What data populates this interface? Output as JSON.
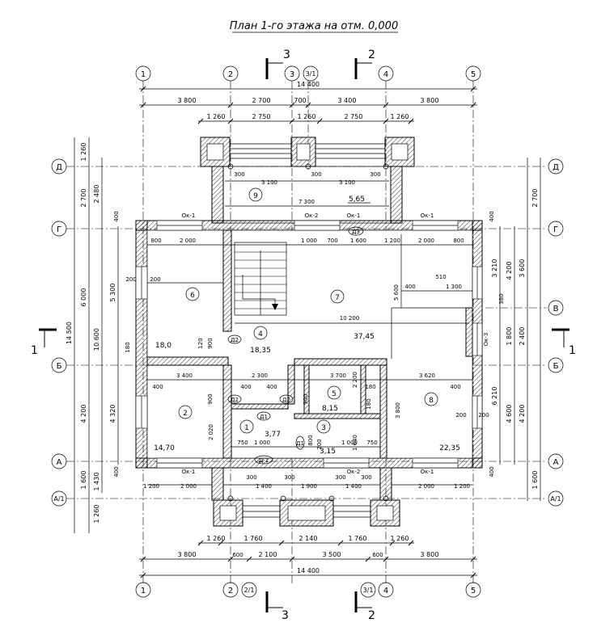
{
  "title": "План 1-го этажа на отм. 0,000",
  "axes": {
    "vertical": [
      "1",
      "2",
      "3",
      "3/1",
      "4",
      "5"
    ],
    "bottom_extra": [
      "2/1",
      "3/1"
    ],
    "horizontal": [
      "Д",
      "Г",
      "В",
      "Б",
      "А",
      "А/1"
    ]
  },
  "sections": {
    "cut1": "1",
    "cut2": "2",
    "cut3": "3"
  },
  "dims_top": {
    "overall": "14 400",
    "row1": [
      "3 800",
      "2 700",
      "700",
      "3 400",
      "3 800"
    ],
    "row2": [
      "1 260",
      "2 750",
      "1 260",
      "2 750",
      "1 260"
    ],
    "porch": [
      "300",
      "3 100",
      "300",
      "3 100",
      "300"
    ],
    "porch_total": "7 300",
    "porch_area": "5,65"
  },
  "dims_bottom": {
    "overall": "14 400",
    "row1": [
      "3 800",
      "600",
      "2 100",
      "3 500",
      "600",
      "3 800"
    ],
    "row2": [
      "1 260",
      "1 760",
      "2 140",
      "1 760",
      "1 260"
    ],
    "porch": [
      "300",
      "1 400",
      "300",
      "1 900",
      "300",
      "1 400",
      "300"
    ],
    "inner": [
      "1 200",
      "2 000",
      "2 000",
      "1 200"
    ]
  },
  "dims_left": {
    "overall": "14 500",
    "outer": [
      "1 260",
      "2 700",
      "6 000",
      "4 200",
      "1 600",
      "1 260"
    ],
    "inner": [
      "2 480",
      "5 300",
      "10 600",
      "4 320",
      "1 430"
    ],
    "small": [
      "400",
      "180",
      "400"
    ]
  },
  "dims_right": {
    "outer": [
      "2 700",
      "3 600",
      "2 400",
      "4 200",
      "1 600"
    ],
    "inner": [
      "4 200",
      "1 800",
      "4 600",
      "6 210",
      "3 210"
    ],
    "small": [
      "400",
      "380",
      "400"
    ]
  },
  "inner_dims": [
    "800",
    "2 000",
    "200",
    "200",
    "1 000",
    "700",
    "1 600",
    "1 200",
    "2 000",
    "800",
    "400",
    "510",
    "1 300",
    "5 600",
    "10 200",
    "3 400",
    "2 300",
    "3 700",
    "3 620",
    "400",
    "400",
    "400",
    "400",
    "2 020",
    "900",
    "900",
    "120",
    "900",
    "3 800",
    "1 640",
    "2 200",
    "180",
    "180",
    "200",
    "200",
    "750",
    "1 000",
    "750",
    "1 000",
    "200",
    "800"
  ],
  "rooms": [
    {
      "num": "1",
      "area": "3,77"
    },
    {
      "num": "2",
      "area": "14,70"
    },
    {
      "num": "3",
      "area": "3,15"
    },
    {
      "num": "4",
      "area": "18,35"
    },
    {
      "num": "5",
      "area": "8,15"
    },
    {
      "num": "6",
      "area": "18,0"
    },
    {
      "num": "7",
      "area": "37,45"
    },
    {
      "num": "8",
      "area": "22,35"
    },
    {
      "num": "9",
      "area": "5,65"
    }
  ],
  "window_marks": [
    "Ок-1",
    "Ок-2",
    "Ок-1",
    "Ок-1",
    "Ок-3",
    "Ок-1",
    "Ок-2",
    "Ок-1"
  ],
  "door_marks": [
    "Д2",
    "Д2",
    "Д2",
    "Д1",
    "Д1",
    "Д3",
    "Д-1"
  ],
  "colors": {
    "line": "#000000",
    "background": "#ffffff"
  }
}
